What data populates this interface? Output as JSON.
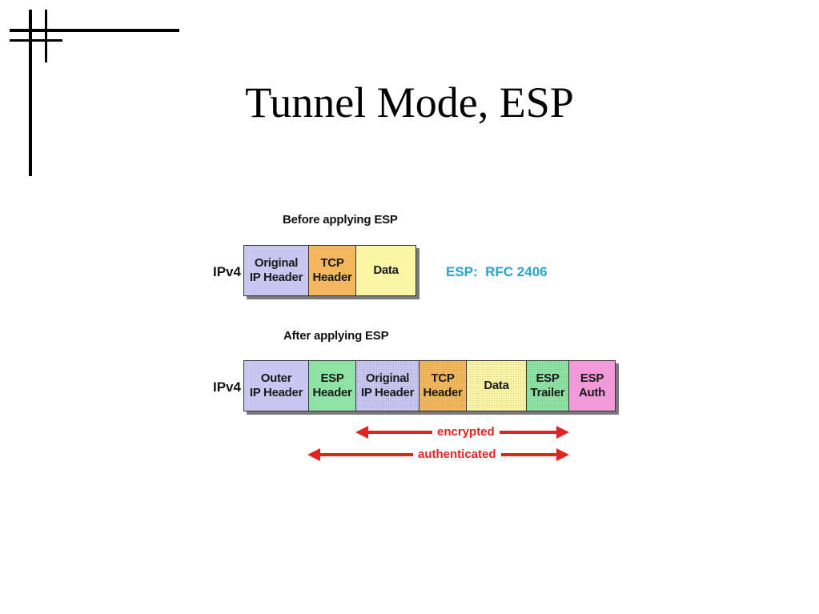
{
  "slide": {
    "title": "Tunnel Mode, ESP"
  },
  "diagram": {
    "before": {
      "caption": "Before applying ESP",
      "row_label": "IPv4",
      "segments": [
        {
          "label": "Original\nIP Header",
          "color": "#c9c6f2",
          "dotted": false
        },
        {
          "label": "TCP\nHeader",
          "color": "#f3b85e",
          "dotted": false
        },
        {
          "label": "Data",
          "color": "#fbf5a6",
          "dotted": false
        }
      ]
    },
    "rfc_note": "ESP:  RFC 2406",
    "after": {
      "caption": "After applying ESP",
      "row_label": "IPv4",
      "segments": [
        {
          "label": "Outer\nIP Header",
          "color": "#c9c6f2",
          "dotted": false
        },
        {
          "label": "ESP\nHeader",
          "color": "#8ee3a4",
          "dotted": false
        },
        {
          "label": "Original\nIP Header",
          "color": "#c9c6f2",
          "dotted": true
        },
        {
          "label": "TCP\nHeader",
          "color": "#f3b85e",
          "dotted": true
        },
        {
          "label": "Data",
          "color": "#fbf5a6",
          "dotted": true
        },
        {
          "label": "ESP\nTrailer",
          "color": "#8ee3a4",
          "dotted": true
        },
        {
          "label": "ESP\nAuth",
          "color": "#f29ad9",
          "dotted": false
        }
      ]
    },
    "arrows": {
      "encrypted": "encrypted",
      "authenticated": "authenticated",
      "color": "#e0241f"
    }
  }
}
